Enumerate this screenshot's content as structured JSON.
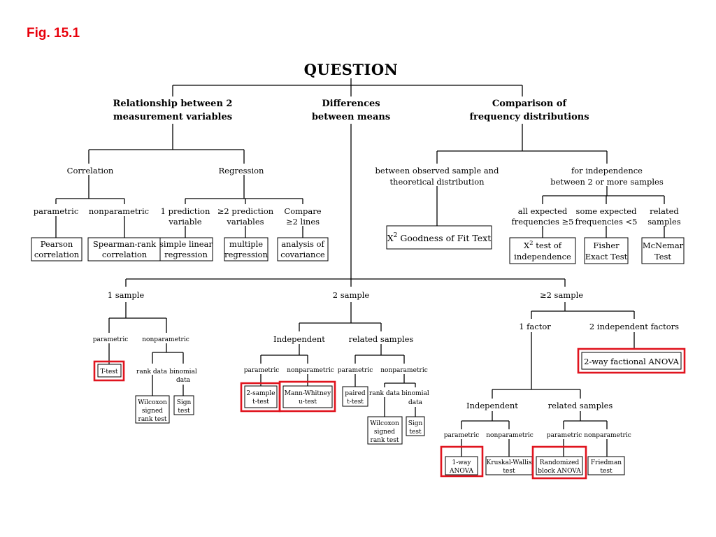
{
  "figure_label": "Fig. 15.1",
  "title": "QUESTION",
  "branches": {
    "relationship": [
      "Relationship between 2",
      "measurement variables"
    ],
    "differences": [
      "Differences",
      "between means"
    ],
    "comparison": [
      "Comparison of",
      "frequency distributions"
    ]
  },
  "relationship": {
    "correlation": "Correlation",
    "regression": "Regression",
    "parametric": "parametric",
    "nonparametric": "nonparametric",
    "one_predictor": [
      "1 prediction",
      "variable"
    ],
    "multi_predictor": [
      "≥2 prediction",
      "variables"
    ],
    "compare_lines": [
      "Compare",
      "≥2 lines"
    ],
    "pearson": [
      "Pearson",
      "correlation"
    ],
    "spearman": [
      "Spearman-rank",
      "correlation"
    ],
    "simple_regression": [
      "simple linear",
      "regression"
    ],
    "multiple_regression": [
      "multiple",
      "regression"
    ],
    "ancova": [
      "analysis of",
      "covariance"
    ]
  },
  "comparison": {
    "observed": [
      "between observed sample and",
      "theoretical distribution"
    ],
    "independence": [
      "for independence",
      "between 2 or more samples"
    ],
    "goodness_of_fit": {
      "chi": "X",
      "sup": "2",
      "rest": " Goodness of Fit Text"
    },
    "all_expected": [
      "all expected",
      "frequencies ≥5"
    ],
    "some_expected": [
      "some expected",
      "frequencies <5"
    ],
    "related": [
      "related",
      "samples"
    ],
    "chi_independence": {
      "chi": "X",
      "sup": "2",
      "rest": " test of",
      "line2": "independence"
    },
    "fisher": [
      "Fisher",
      "Exact Test"
    ],
    "mcnemar": [
      "McNemar",
      "Test"
    ]
  },
  "means": {
    "one_sample": "1 sample",
    "two_sample": "2 sample",
    "multi_sample": "≥2 sample",
    "os_parametric": "parametric",
    "os_nonparametric": "nonparametric",
    "t_test": "T-test",
    "os_rank": "rank data",
    "os_binomial": [
      "binomial",
      "data"
    ],
    "os_wilcoxon": [
      "Wilcoxon",
      "signed",
      "rank test"
    ],
    "os_sign": [
      "Sign",
      "test"
    ],
    "independent": "Independent",
    "related_samples": "related samples",
    "ind_parametric": "parametric",
    "ind_nonparametric": "nonparametric",
    "two_sample_t": [
      "2-sample",
      "t-test"
    ],
    "mann_whitney": [
      "Mann-Whitney",
      "u-test"
    ],
    "rel_parametric": "parametric",
    "rel_nonparametric": "nonparametric",
    "paired_t": [
      "paired",
      "t-test"
    ],
    "rel_rank": "rank data",
    "rel_binomial": [
      "binomial",
      "data"
    ],
    "rel_wilcoxon": [
      "Wilcoxon",
      "signed",
      "rank test"
    ],
    "rel_sign": [
      "Sign",
      "test"
    ],
    "one_factor": "1 factor",
    "two_factors": "2 independent factors",
    "two_way_anova": "2-way factional ANOVA",
    "f_independent": "Independent",
    "f_related": "related samples",
    "fi_parametric": "parametric",
    "fi_nonparametric": "nonparametric",
    "fr_parametric": "parametric",
    "fr_nonparametric": "nonparametric",
    "one_way_anova": [
      "1-way",
      "ANOVA"
    ],
    "kruskal_wallis": [
      "Kruskal-Wallis",
      "test"
    ],
    "randomized_block": [
      "Randomized",
      "block ANOVA"
    ],
    "friedman": [
      "Friedman",
      "test"
    ]
  },
  "colors": {
    "highlight": "#e0141e",
    "figure_label": "#e8000b",
    "line": "#000000"
  }
}
